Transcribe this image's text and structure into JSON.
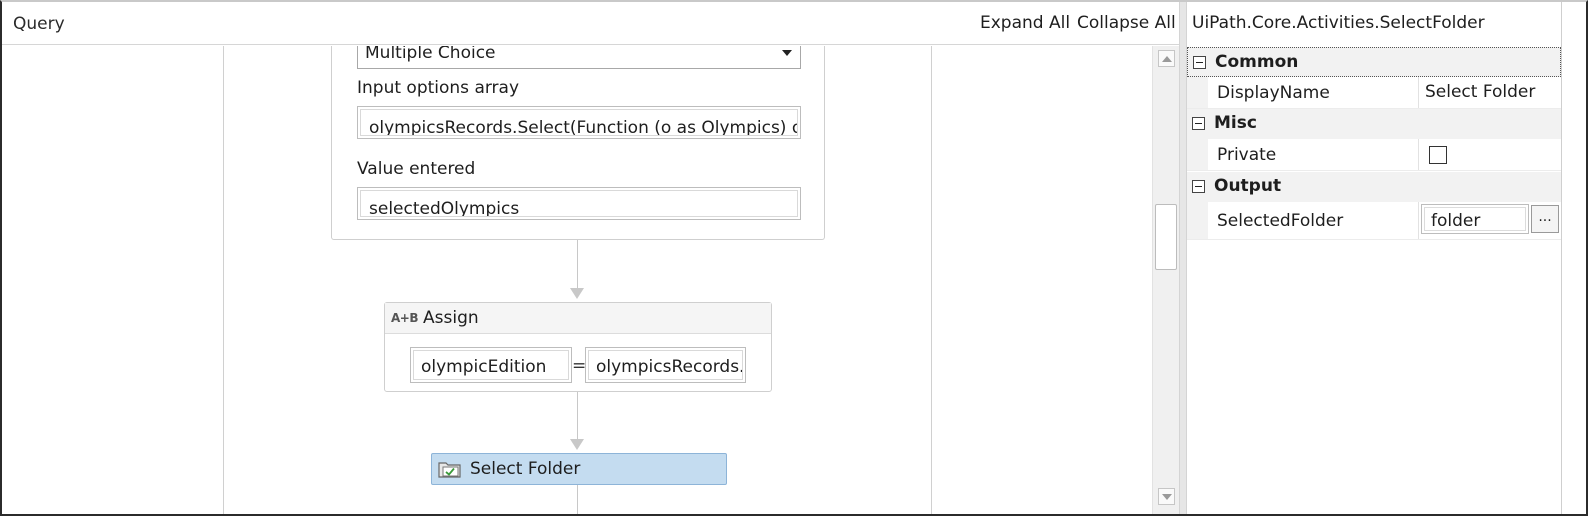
{
  "designer": {
    "breadcrumb": "Query",
    "expand_all_label": "Expand All",
    "collapse_all_label": "Collapse All",
    "input_dialog": {
      "input_type_value": "Multiple Choice",
      "options_label": "Input options array",
      "options_value": "olympicsRecords.Select(Function (o as Olympics) o.Nar",
      "value_entered_label": "Value entered",
      "value_entered_value": "selectedOlympics"
    },
    "assign": {
      "icon_text": "A+B",
      "title": "Assign",
      "to_value": "olympicEdition",
      "equals": "=",
      "value": "olympicsRecords.F"
    },
    "select_folder": {
      "title": "Select Folder",
      "icon": "folder-check-icon",
      "highlight_color": "#c4dcf0"
    }
  },
  "properties": {
    "title": "UiPath.Core.Activities.SelectFolder",
    "categories": [
      {
        "label": "Common"
      },
      {
        "label": "Misc"
      },
      {
        "label": "Output"
      }
    ],
    "rows": {
      "display_name": {
        "name": "DisplayName",
        "value": "Select Folder"
      },
      "private": {
        "name": "Private"
      },
      "selected_folder": {
        "name": "SelectedFolder",
        "value": "folder",
        "button": "..."
      }
    }
  }
}
